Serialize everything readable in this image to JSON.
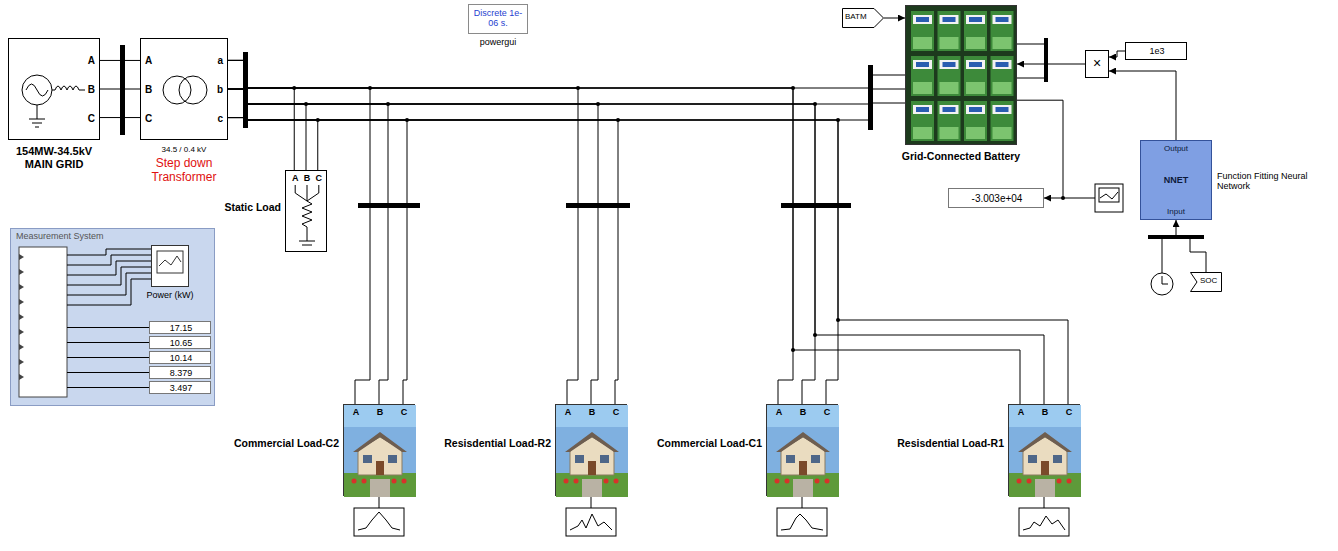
{
  "diagram": {
    "nodes": [
      {
        "text": [
          "A",
          "B",
          "C",
          "154MW-34.5kV MAIN GRID"
        ]
      },
      {
        "text": [
          "A",
          "B",
          "C",
          "a",
          "b",
          "c",
          "34.5 / 0.4 kV",
          "Step down Transformer"
        ]
      },
      {
        "text": [
          "Discrete 1e-06 s.",
          "powergui"
        ]
      },
      {
        "text": [
          "BATM"
        ]
      },
      {
        "text": [
          "Grid-Connected Battery"
        ]
      },
      {
        "text": [
          "×"
        ]
      },
      {
        "text": [
          "1e3"
        ]
      },
      {
        "text": [
          "-3.003e+04"
        ]
      },
      {
        "text": [
          "Output",
          "NNET",
          "Input",
          "Function Fitting Neural Network"
        ]
      },
      {
        "text": [
          "SOC"
        ]
      },
      {
        "text": [
          "Measurement System"
        ]
      },
      {
        "text": [
          "Power (kW)"
        ],
        "in": 10
      },
      {
        "text": [
          "17.15"
        ],
        "in": 10
      },
      {
        "text": [
          "10.65"
        ],
        "in": 10
      },
      {
        "text": [
          "10.14"
        ],
        "in": 10
      },
      {
        "text": [
          "8.379"
        ],
        "in": 10
      },
      {
        "text": [
          "3.497"
        ],
        "in": 10
      },
      {
        "text": [
          "A",
          "B",
          "C",
          "Static Load"
        ]
      },
      {
        "text": [
          "A",
          "B",
          "C",
          "Commercial Load-C2"
        ]
      },
      {
        "text": [
          "A",
          "B",
          "C",
          "Resisdential Load-R2"
        ]
      },
      {
        "text": [
          "A",
          "B",
          "C",
          "Commercial Load-C1"
        ]
      },
      {
        "text": [
          "A",
          "B",
          "C",
          "Resisdential Load-R1"
        ]
      }
    ],
    "edges": [
      {
        "from": 0,
        "to": 1,
        "arrow": "none"
      },
      {
        "from": 1,
        "to": 17,
        "arrow": "none"
      },
      {
        "from": 1,
        "to": 18,
        "arrow": "none"
      },
      {
        "from": 1,
        "to": 19,
        "arrow": "none"
      },
      {
        "from": 1,
        "to": 20,
        "arrow": "none"
      },
      {
        "from": 1,
        "to": 21,
        "arrow": "none"
      },
      {
        "from": 1,
        "to": 4,
        "arrow": "none"
      },
      {
        "from": 3,
        "to": 4,
        "arrow": "to"
      },
      {
        "from": 6,
        "to": 5,
        "arrow": "to"
      },
      {
        "from": 8,
        "to": 5,
        "arrow": "to"
      },
      {
        "from": 5,
        "to": 4,
        "arrow": "to"
      },
      {
        "from": 9,
        "to": 8,
        "arrow": "to"
      },
      {
        "from": 4,
        "to": 7,
        "arrow": "to"
      }
    ]
  }
}
